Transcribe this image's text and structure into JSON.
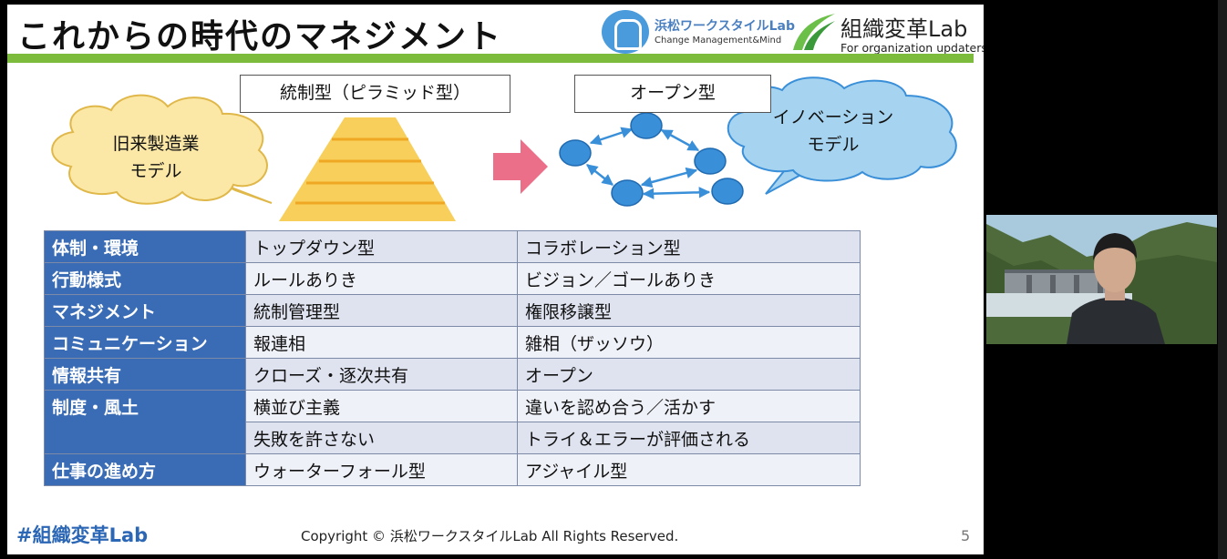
{
  "slide": {
    "title": "これからの時代のマネジメント",
    "logo_hamamatsu": {
      "name": "浜松ワークスタイルLab",
      "tagline": "Change Management&Mind"
    },
    "logo_soshiki": {
      "name": "組織変革Lab",
      "tagline": "For organization updaters"
    },
    "diagram": {
      "pyramid_label": "統制型（ピラミッド型）",
      "open_label": "オープン型",
      "left_bubble": {
        "line1": "旧来製造業",
        "line2": "モデル"
      },
      "right_bubble": {
        "line1": "イノベーション",
        "line2": "モデル"
      }
    },
    "table": {
      "rows": [
        {
          "category": "体制・環境",
          "old": "トップダウン型",
          "new": "コラボレーション型"
        },
        {
          "category": "行動様式",
          "old": "ルールありき",
          "new": "ビジョン／ゴールありき"
        },
        {
          "category": "マネジメント",
          "old": "統制管理型",
          "new": "権限移譲型"
        },
        {
          "category": "コミュニケーション",
          "old": "報連相",
          "new": "雑相（ザッソウ）"
        },
        {
          "category": "情報共有",
          "old": "クローズ・逐次共有",
          "new": "オープン"
        },
        {
          "category": "制度・風土",
          "old": "横並び主義",
          "new": "違いを認め合う／活かす"
        },
        {
          "category": "",
          "old": "失敗を許さない",
          "new": "トライ＆エラーが評価される"
        },
        {
          "category": "仕事の進め方",
          "old": "ウォーターフォール型",
          "new": "アジャイル型"
        }
      ]
    },
    "footer": {
      "hashtag": "#組織変革Lab",
      "copyright": "Copyright © 浜松ワークスタイルLab  All Rights Reserved.",
      "page_number": "5"
    }
  },
  "colors": {
    "accent_green": "#7dbb3c",
    "header_blue": "#3a6cb5",
    "pyramid_yellow": "#f7cf5a",
    "network_blue": "#3a8fd9",
    "arrow_pink": "#ec6f8a",
    "bubble_yellow": "#fbe7a6",
    "bubble_blue": "#a6d3ef"
  }
}
